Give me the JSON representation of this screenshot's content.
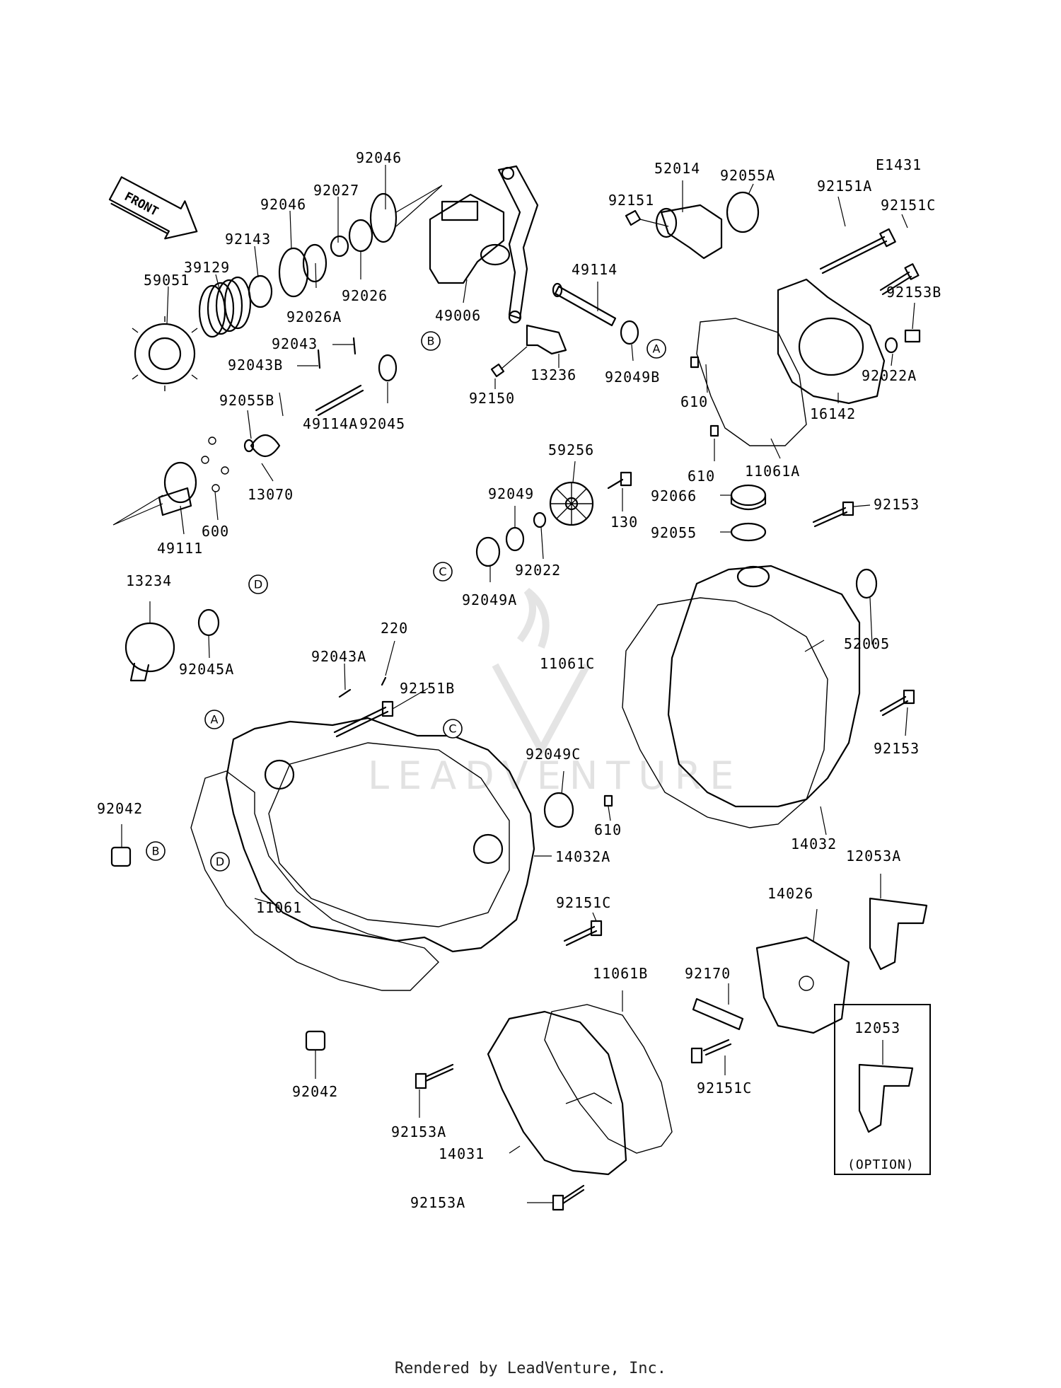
{
  "diagram_id": "E1431",
  "front_label": "FRONT",
  "option_label": "(OPTION)",
  "footer": "Rendered by LeadVenture, Inc.",
  "watermark": "LEADVENTURE",
  "callouts": [
    "A",
    "B",
    "C",
    "D",
    "A",
    "B",
    "C",
    "D"
  ],
  "parts": [
    "92046",
    "92027",
    "92046",
    "92143",
    "39129",
    "59051",
    "92026A",
    "92026",
    "92043",
    "92043B",
    "92055B",
    "49114A",
    "92045",
    "49006",
    "49114",
    "13236",
    "92150",
    "92049B",
    "52014",
    "92055A",
    "92151",
    "92151A",
    "92151C",
    "92153B",
    "610",
    "92022A",
    "16142",
    "610",
    "11061A",
    "59256",
    "92049",
    "130",
    "92022",
    "92049A",
    "92066",
    "92055",
    "92153",
    "13070",
    "600",
    "49111",
    "13234",
    "92045A",
    "220",
    "92043A",
    "92151B",
    "52005",
    "11061C",
    "92049C",
    "92153",
    "610",
    "14032",
    "92042",
    "14032A",
    "92151C",
    "12053A",
    "14026",
    "11061",
    "92170",
    "11061B",
    "12053",
    "92042",
    "92153A",
    "92151C",
    "14031",
    "92153A"
  ]
}
